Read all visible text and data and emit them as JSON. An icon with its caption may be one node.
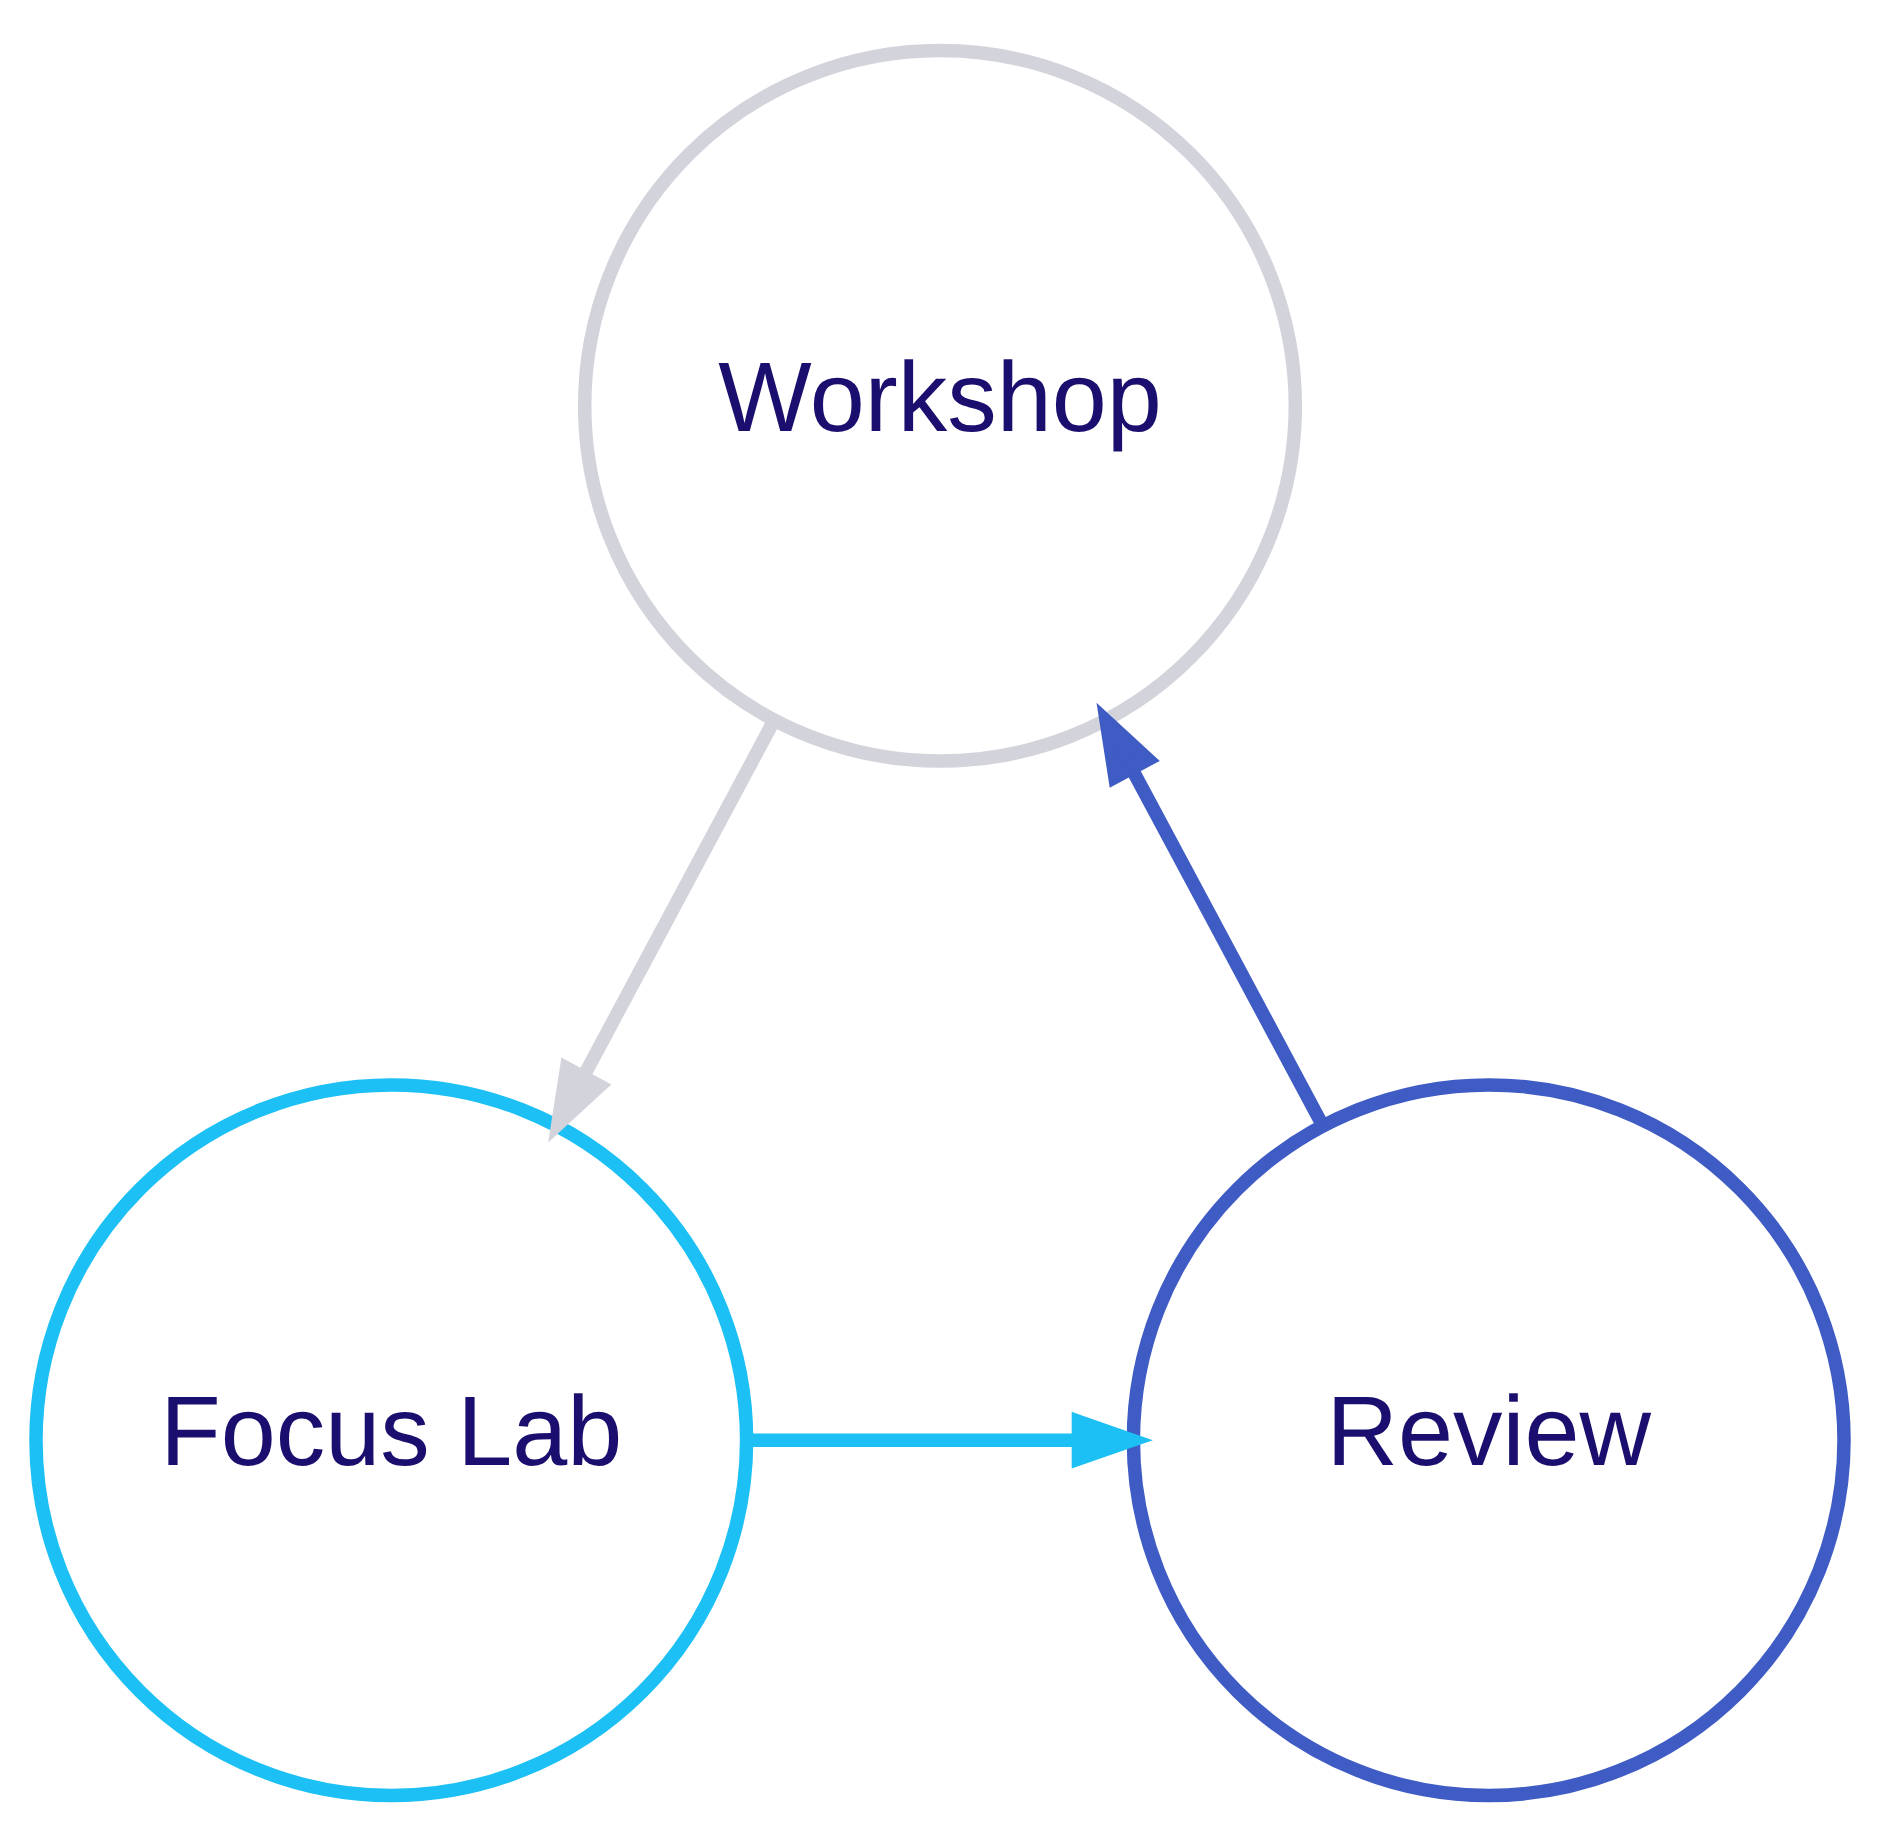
{
  "diagram": {
    "nodes": [
      {
        "text": [
          "Workshop"
        ]
      },
      {
        "text": [
          "Focus Lab"
        ]
      },
      {
        "text": [
          "Review"
        ]
      }
    ],
    "edges": [
      {
        "from": 0,
        "to": 1,
        "arrow": "to",
        "color": "#d3d3db"
      },
      {
        "from": 1,
        "to": 2,
        "arrow": "to",
        "color": "#1cc0f4"
      },
      {
        "from": 2,
        "to": 0,
        "arrow": "to",
        "color": "#3f5bc4"
      }
    ]
  }
}
